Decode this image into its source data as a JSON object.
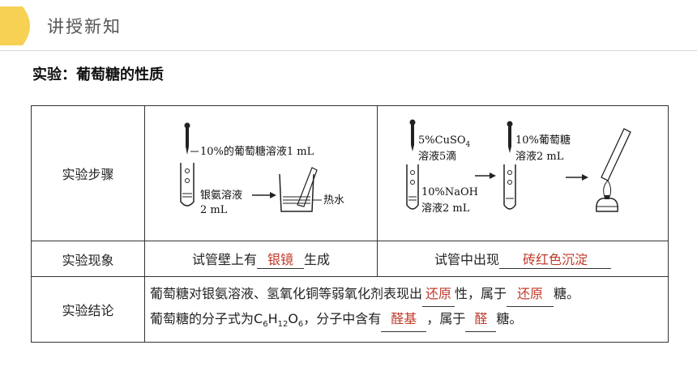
{
  "header": {
    "title": "讲授新知",
    "accent_color": "#f7d154"
  },
  "subtitle": "实验：葡萄糖的性质",
  "table": {
    "rows": [
      {
        "label": "实验步骤"
      },
      {
        "label": "实验现象"
      },
      {
        "label": "实验结论"
      }
    ],
    "figure1": {
      "label_glucose": "10%的葡萄糖溶液1 mL",
      "label_silver_1": "银氨溶液",
      "label_silver_2": "2 mL",
      "label_water": "热水"
    },
    "figure2": {
      "label_cuso4_1": "5%CuSO",
      "label_cuso4_sub": "4",
      "label_cuso4_2": "溶液5滴",
      "label_naoh_1": "10%NaOH",
      "label_naoh_2": "溶液2 mL",
      "label_glucose_1": "10%葡萄糖",
      "label_glucose_2": "溶液2 mL"
    },
    "phenomena": {
      "left_prefix": "试管壁上有",
      "left_answer": "银镜",
      "left_suffix": "生成",
      "right_prefix": "试管中出现",
      "right_answer": "砖红色沉淀"
    },
    "conclusion": {
      "line1_prefix": "葡萄糖对银氨溶液、氢氧化铜等弱氧化剂表现出",
      "line1_answer1": "还原",
      "line1_mid": "性，属于",
      "line1_answer2": "还原",
      "line1_suffix": "糖。",
      "line2_prefix": "葡萄糖的分子式为C",
      "formula_c": "6",
      "formula_h_letter": "H",
      "formula_h": "12",
      "formula_o_letter": "O",
      "formula_o": "6",
      "line2_mid": "，分子中含有",
      "line2_answer1": "醛基",
      "line2_mid2": "，属于",
      "line2_answer2": "醛",
      "line2_suffix": "糖。"
    }
  },
  "answer_color": "#c0392b"
}
